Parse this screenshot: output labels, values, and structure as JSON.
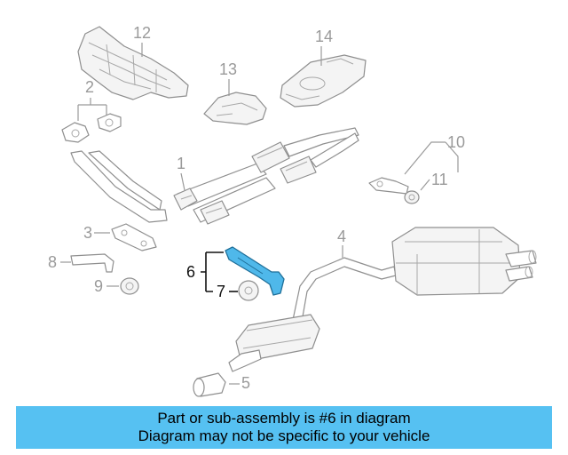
{
  "callouts": {
    "c1": "1",
    "c2": "2",
    "c3": "3",
    "c4": "4",
    "c5": "5",
    "c6": "6",
    "c7": "7",
    "c8": "8",
    "c9": "9",
    "c10": "10",
    "c11": "11",
    "c12": "12",
    "c13": "13",
    "c14": "14"
  },
  "banner": {
    "line1": "Part or sub-assembly is #6 in diagram",
    "line2": "Diagram may not be specific to your vehicle"
  },
  "colors": {
    "banner_bg": "#56c1f2",
    "highlight_part": "#4fb8ea",
    "line_art": "#8f8f8f"
  }
}
